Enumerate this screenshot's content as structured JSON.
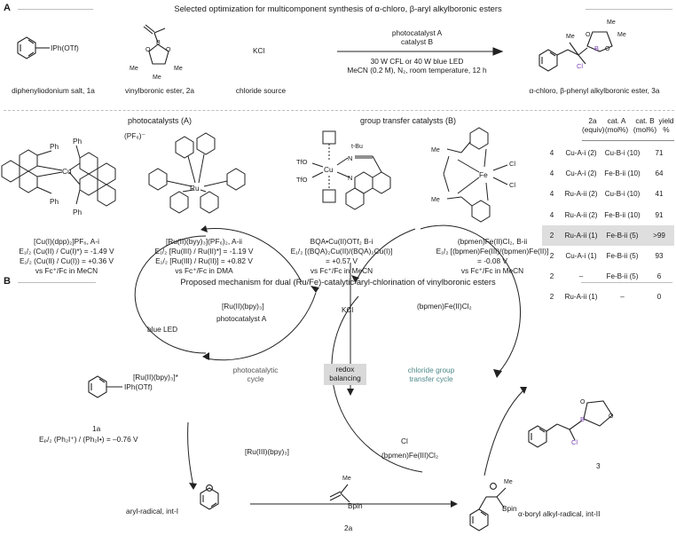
{
  "panel_a": {
    "letter": "A",
    "title": "Selected optimization for multicomponent synthesis of α-chloro, β-aryl alkylboronic esters",
    "reagent_1_formula": "IPh(OTf)",
    "reagent_1_label": "diphenyliodonium salt, 1a",
    "reagent_2_label": "vinylboronic ester, 2a",
    "reagent_3_formula": "KCl",
    "reagent_3_label": "chloride source",
    "cond_above_1": "photocatalyst A",
    "cond_above_2": "catalyst B",
    "cond_below_1": "30 W CFL or 40 W blue LED",
    "cond_below_2": "MeCN (0.2 M), N₂, room temperature, 12 h",
    "product_label": "α-chloro, β-phenyl alkylboronic ester, 3a",
    "atom_me": "Me",
    "atom_o": "O",
    "atom_b": "B",
    "atom_cl": "Cl"
  },
  "catalysts": {
    "photo_header": "photocatalysts (A)",
    "group_header": "group transfer catalysts (B)",
    "cat1_name": "[Cu(I)(dpp)₂]PF₆, A-i",
    "cat1_e1": "E₁/₂ (Cu(II) / Cu(I)*) = -1.49 V",
    "cat1_e2": "E₁/₂ (Cu(II) / Cu(I)) = +0.36 V",
    "cat1_ref": "vs Fc⁺/Fc in MeCN",
    "cat2_name": "[Ru(II)(byy)₃](PF₆)₂, A-ii",
    "cat2_e1": "E₁/₂ [Ru(III) / Ru(II)*] = -1.19 V",
    "cat2_e2": "E₁/₂ [Ru(III) / Ru(II)] = +0.82 V",
    "cat2_ref": "vs Fc⁺/Fc in DMA",
    "cat3_name": "BQA•Cu(II)OTf₂ B-i",
    "cat3_e1": "E₁/₂ [(BQA)₂Cu(II)/(BQA)₂Cu(I)]",
    "cat3_e2": "= +0.57 V",
    "cat3_ref": "vs Fc⁺/Fc in MeCN",
    "cat4_name": "(bpmen)Fe(II)Cl₂, B-ii",
    "cat4_e1": "E₁/₂ [(bpmen)Fe(III)/(bpmen)Fe(II)]",
    "cat4_e2": "= -0.08 V",
    "cat4_ref": "vs Fc⁺/Fc in MeCN",
    "pf6": "(PF₆)⁻",
    "ph": "Ph",
    "cu": "Cu",
    "ru": "Ru",
    "fe": "Fe",
    "n": "N",
    "cl": "Cl",
    "tfo": "TfO",
    "tbu": "t-Bu",
    "me": "Me"
  },
  "table": {
    "headers": [
      [
        "2a",
        "(equiv)"
      ],
      [
        "cat. A",
        "(mol%)"
      ],
      [
        "cat. B",
        "(mol%)"
      ],
      [
        "yield",
        "%"
      ]
    ],
    "rows": [
      [
        "4",
        "Cu-A-i (2)",
        "Cu-B-i (10)",
        "71"
      ],
      [
        "4",
        "Cu-A-i (2)",
        "Fe-B-ii (10)",
        "64"
      ],
      [
        "4",
        "Ru-A-ii (2)",
        "Cu-B-i (10)",
        "41"
      ],
      [
        "4",
        "Ru-A-ii (2)",
        "Fe-B-ii (10)",
        "91"
      ],
      [
        "2",
        "Ru-A-ii (1)",
        "Fe-B-ii (5)",
        ">99"
      ],
      [
        "2",
        "Cu-A-i (1)",
        "Fe-B-ii (5)",
        "93"
      ],
      [
        "2",
        "–",
        "Fe-B-ii (5)",
        "6"
      ],
      [
        "2",
        "Ru-A-ii (1)",
        "–",
        "0"
      ]
    ],
    "highlight_row": 4
  },
  "panel_b": {
    "letter": "B",
    "title": "Proposed mechanism for dual (Ru/Fe)-catalytic aryl-chlorination of vinylboronic esters",
    "ru_ii": "[Ru(II)(bpy)₃]",
    "photocatalyst_label": "photocatalyst A",
    "blue_led": "blue LED",
    "ru_excited": "[Ru(II)(bpy)₃]*",
    "photo_cycle": "photocatalytic\ncycle",
    "redox": "redox\nbalancing",
    "chloride_cycle": "chloride group\ntransfer cycle",
    "kcl": "KCl",
    "fe_ii": "(bpmen)Fe(II)Cl₂",
    "fe_iii": "(bpmen)Fe(III)Cl₂",
    "fe_iii_cl": "Cl",
    "ru_iii": "[Ru(III)(bpy)₃]",
    "iodonium": "IPh(OTf)",
    "id_1a": "1a",
    "ep2": "Eₚ/₂ (Ph₂I⁺) / (Ph₂I•) = –0.76 V",
    "aryl_radical": "aryl-radical, int-I",
    "id_2a": "2a",
    "bpin": "Bpin",
    "me": "Me",
    "alkyl_radical": "α-boryl alkyl-radical, int-II",
    "product_id": "3",
    "o": "O",
    "b": "B",
    "cl": "Cl"
  }
}
